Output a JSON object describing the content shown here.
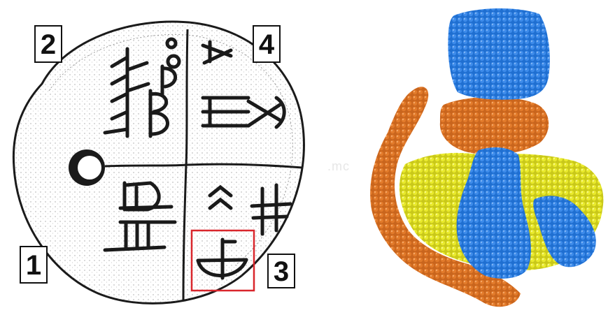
{
  "tablet": {
    "labels": [
      "1",
      "2",
      "3",
      "4"
    ],
    "highlight_color": "#d9262c",
    "ink_color": "#1a1a1a"
  },
  "protein": {
    "colors": {
      "blue": "#1f6fd1",
      "orange": "#e27a2a",
      "yellow": "#e9ea2c"
    }
  },
  "watermark": ".mc"
}
